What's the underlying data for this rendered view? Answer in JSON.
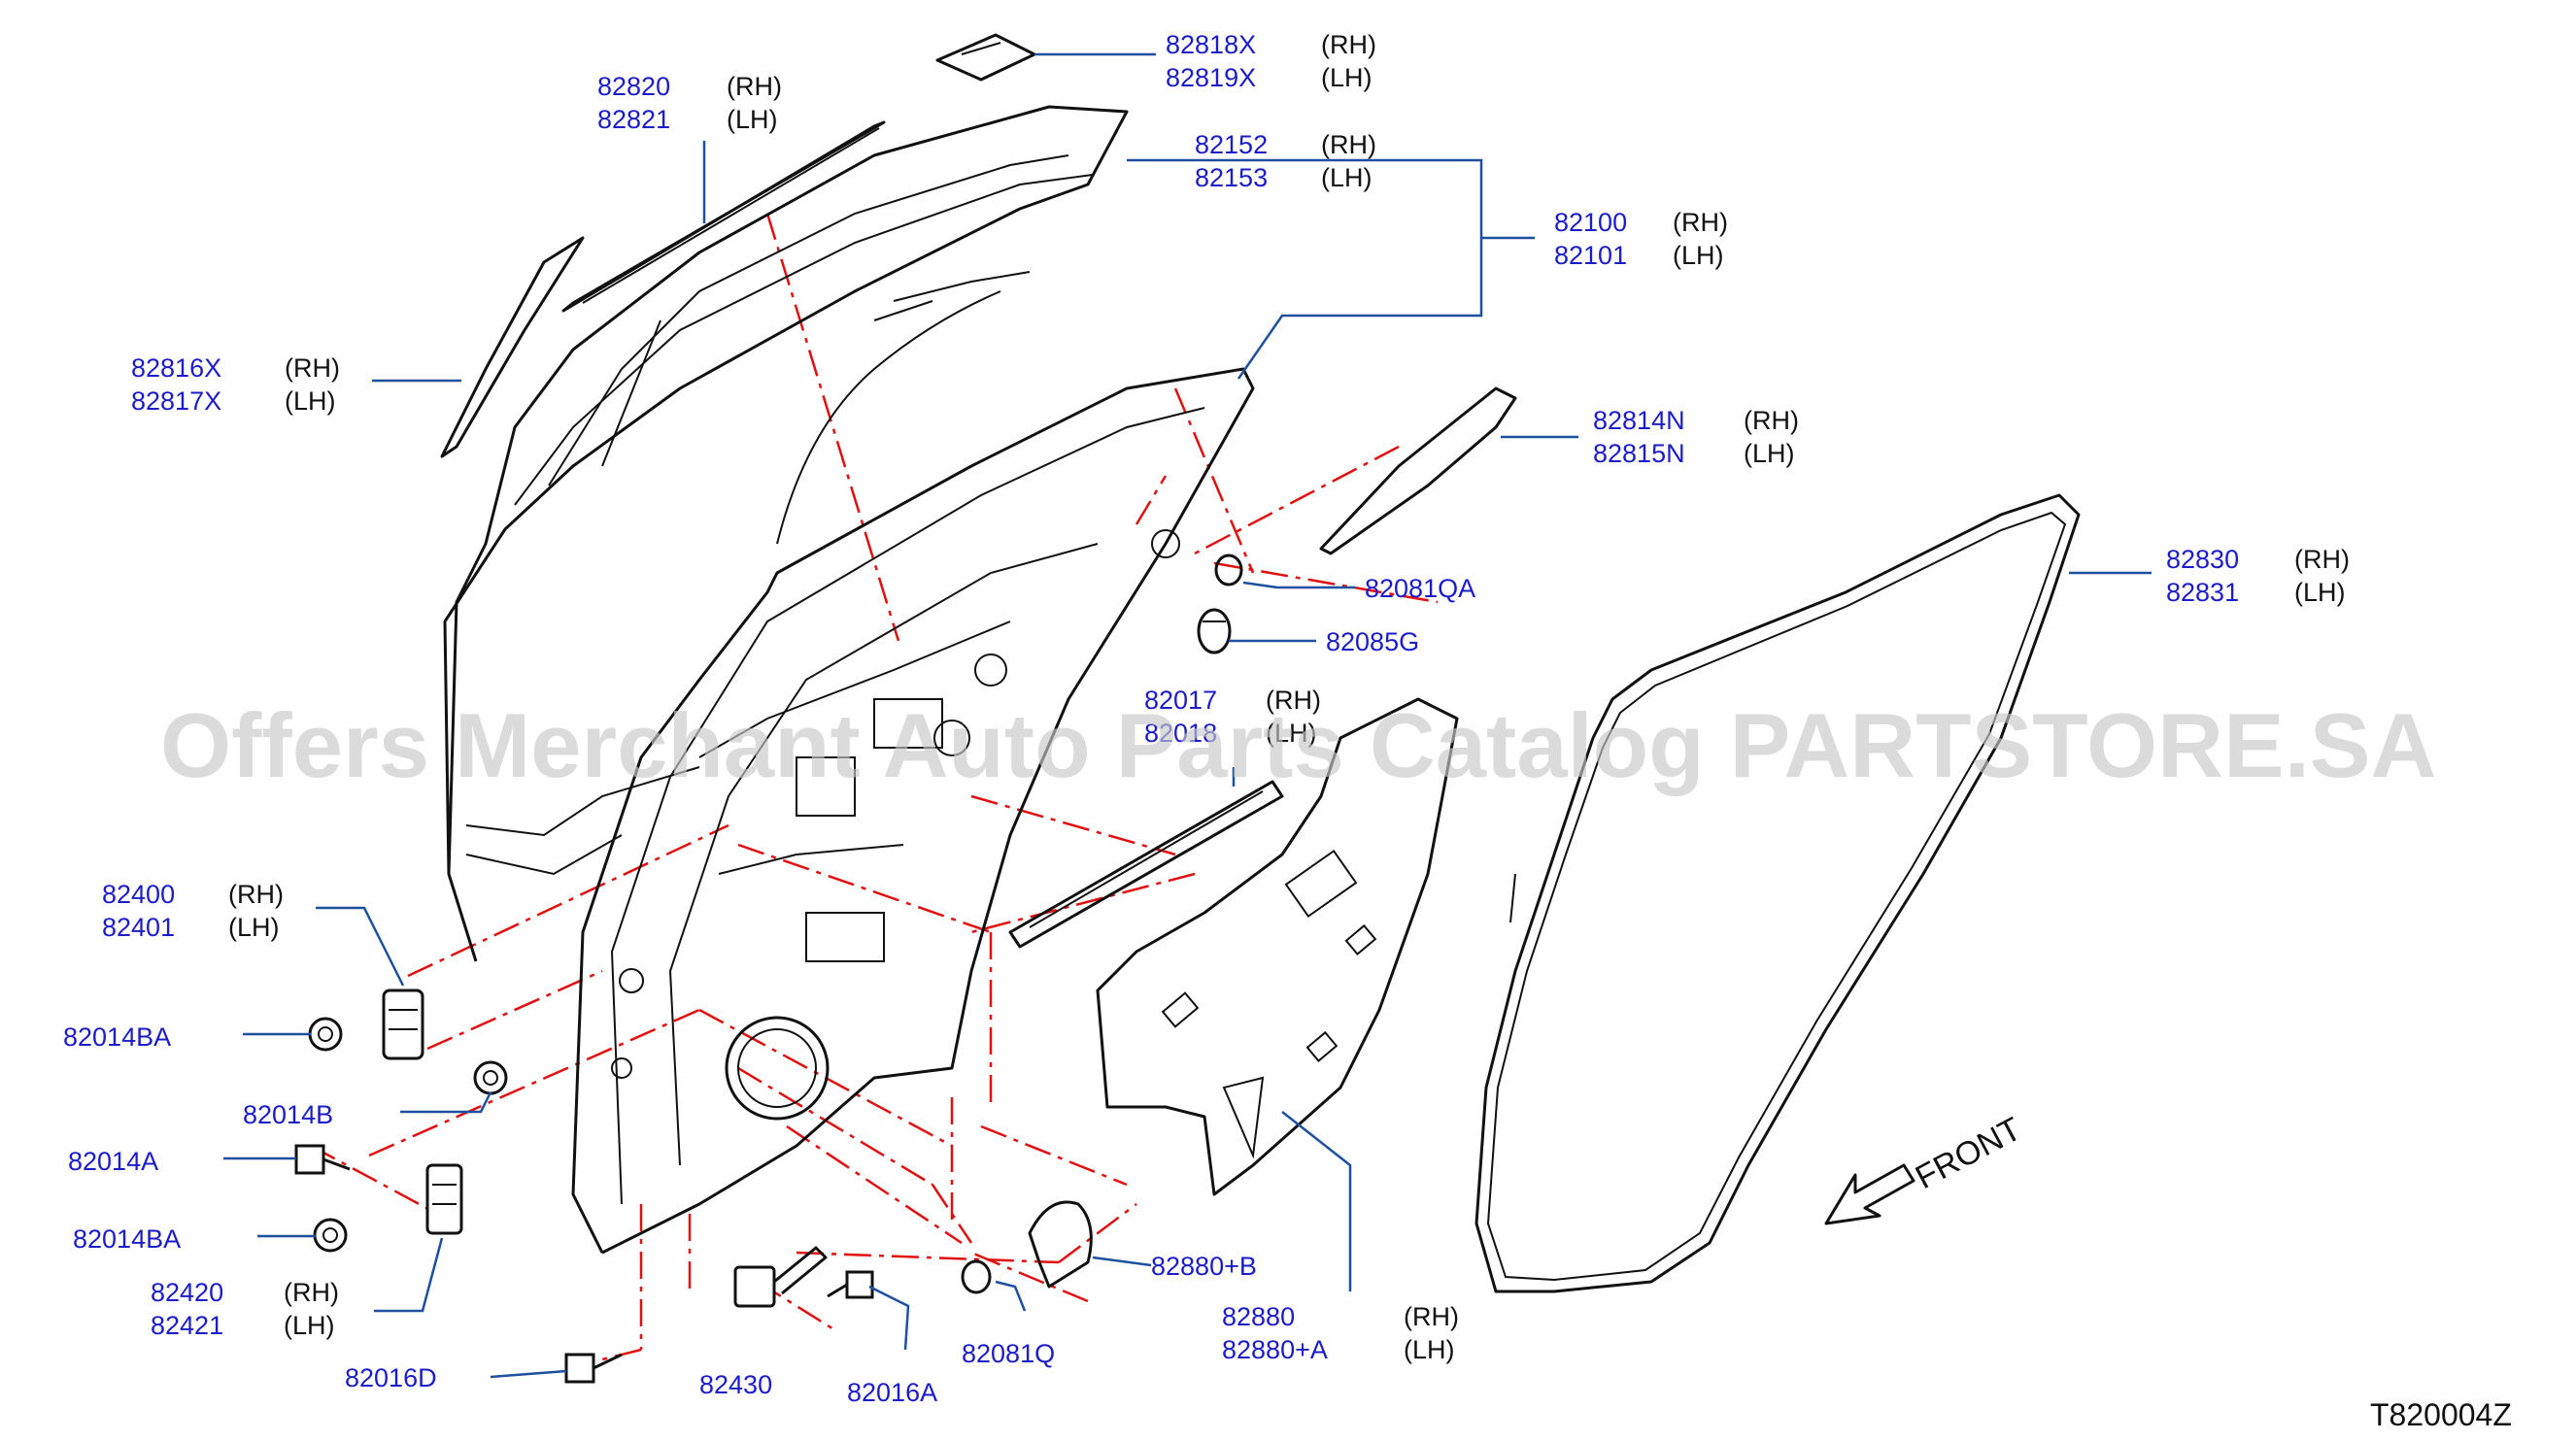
{
  "watermark": "Offers Merchant Auto Parts Catalog PARTSTORE.SA",
  "reference_code": "T820004Z",
  "front_label": "FRONT",
  "callouts": {
    "c82818": {
      "part": "82818X",
      "side": "(RH)",
      "part2": "82819X",
      "side2": "(LH)"
    },
    "c82820": {
      "part": "82820",
      "side": "(RH)",
      "part2": "82821",
      "side2": "(LH)"
    },
    "c82152": {
      "part": "82152",
      "side": "(RH)",
      "part2": "82153",
      "side2": "(LH)"
    },
    "c82100": {
      "part": "82100",
      "side": "(RH)",
      "part2": "82101",
      "side2": "(LH)"
    },
    "c82816": {
      "part": "82816X",
      "side": "(RH)",
      "part2": "82817X",
      "side2": "(LH)"
    },
    "c82814": {
      "part": "82814N",
      "side": "(RH)",
      "part2": "82815N",
      "side2": "(LH)"
    },
    "c82830": {
      "part": "82830",
      "side": "(RH)",
      "part2": "82831",
      "side2": "(LH)"
    },
    "c82081QA": {
      "part": "82081QA"
    },
    "c82085G": {
      "part": "82085G"
    },
    "c82017": {
      "part": "82017",
      "side": "(RH)",
      "part2": "82018",
      "side2": "(LH)"
    },
    "c82400": {
      "part": "82400",
      "side": "(RH)",
      "part2": "82401",
      "side2": "(LH)"
    },
    "c82014BA_top": {
      "part": "82014BA"
    },
    "c82014B": {
      "part": "82014B"
    },
    "c82014A": {
      "part": "82014A"
    },
    "c82014BA_bot": {
      "part": "82014BA"
    },
    "c82420": {
      "part": "82420",
      "side": "(RH)",
      "part2": "82421",
      "side2": "(LH)"
    },
    "c82016D": {
      "part": "82016D"
    },
    "c82430": {
      "part": "82430"
    },
    "c82016A": {
      "part": "82016A"
    },
    "c82081Q": {
      "part": "82081Q"
    },
    "c82880B": {
      "part": "82880+B"
    },
    "c82880": {
      "part": "82880",
      "side": "(RH)",
      "part2": "82880+A",
      "side2": "(LH)"
    }
  }
}
